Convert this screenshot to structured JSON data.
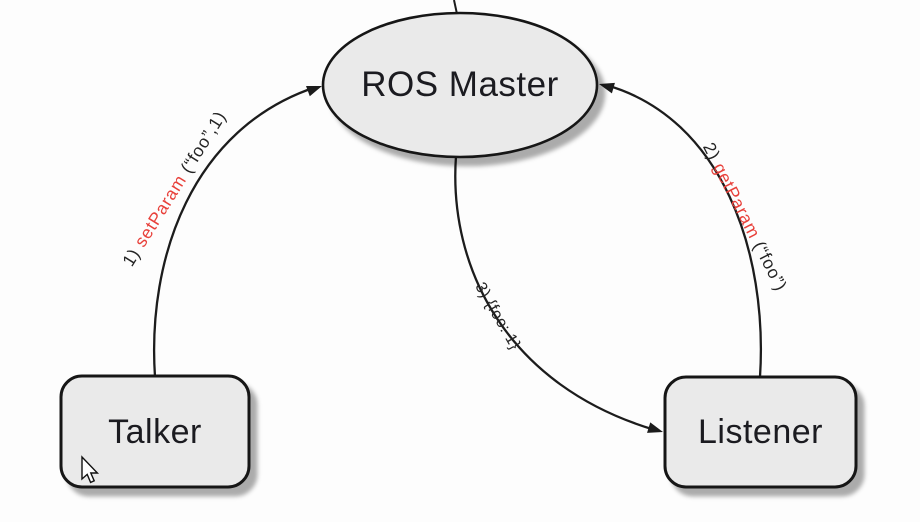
{
  "nodes": {
    "master": {
      "label": "ROS Master",
      "shape": "ellipse"
    },
    "talker": {
      "label": "Talker",
      "shape": "rounded-rect"
    },
    "listener": {
      "label": "Listener",
      "shape": "rounded-rect"
    }
  },
  "edges": [
    {
      "id": "setparam",
      "from": "Talker",
      "to": "ROS Master",
      "prefix": "1) ",
      "call": "setParam",
      "args": " (“foo”,1)"
    },
    {
      "id": "getparam",
      "from": "Listener",
      "to": "ROS Master",
      "prefix": "2) ",
      "call": "getParam",
      "args": " (“foo”)"
    },
    {
      "id": "return-value",
      "from": "ROS Master",
      "to": "Listener",
      "prefix": "3) ",
      "call": "",
      "args": "{foo: 1}"
    }
  ],
  "colors": {
    "background": "#fdfdfd",
    "node_fill": "#eaeaea",
    "node_border": "#161616",
    "edge_color": "#1c1c1c",
    "text_color": "#1b1b20",
    "call_highlight": "#e8403a"
  }
}
